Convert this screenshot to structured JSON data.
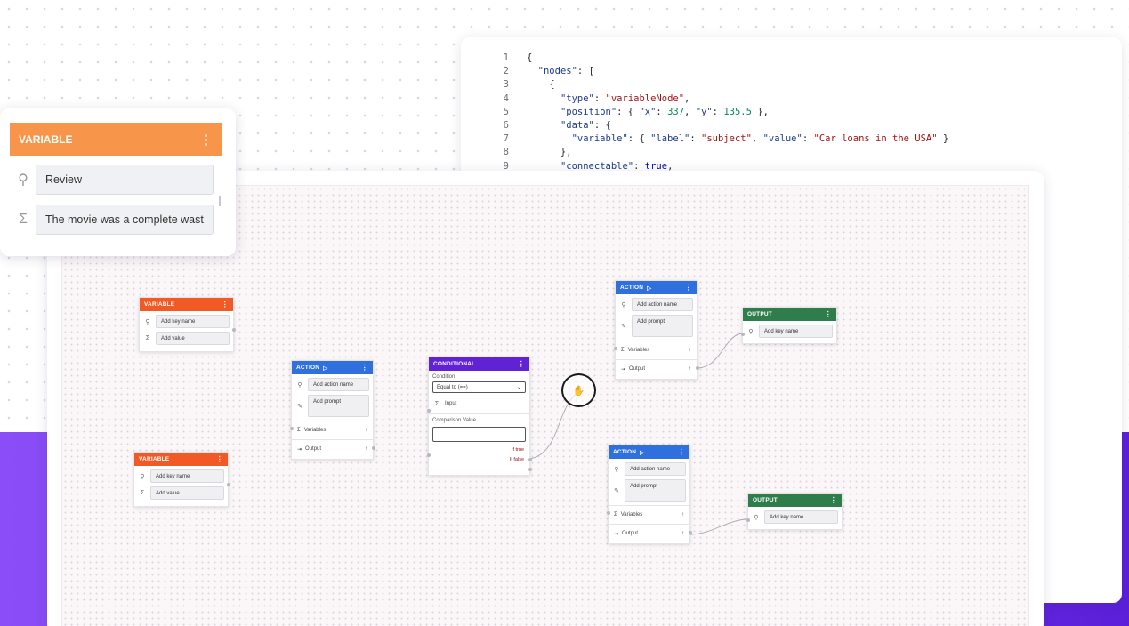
{
  "code_panel": {
    "lines": [
      {
        "n": "1",
        "html": "<span class=\"txt\">{</span>"
      },
      {
        "n": "2",
        "html": "<span class=\"txt\">  </span><span class=\"k\">\"nodes\"</span><span class=\"txt\">: [</span>"
      },
      {
        "n": "3",
        "html": "<span class=\"txt\">    {</span>"
      },
      {
        "n": "4",
        "html": "<span class=\"txt\">      </span><span class=\"k\">\"type\"</span><span class=\"txt\">: </span><span class=\"s\">\"variableNode\"</span><span class=\"txt\">,</span>"
      },
      {
        "n": "5",
        "html": "<span class=\"txt\">      </span><span class=\"k\">\"position\"</span><span class=\"txt\">: { </span><span class=\"k\">\"x\"</span><span class=\"txt\">: </span><span class=\"n\">337</span><span class=\"txt\">, </span><span class=\"k\">\"y\"</span><span class=\"txt\">: </span><span class=\"n\">135.5</span><span class=\"txt\"> },</span>"
      },
      {
        "n": "6",
        "html": "<span class=\"txt\">      </span><span class=\"k\">\"data\"</span><span class=\"txt\">: {</span>"
      },
      {
        "n": "7",
        "html": "<span class=\"txt\">        </span><span class=\"k\">\"variable\"</span><span class=\"txt\">: { </span><span class=\"k\">\"label\"</span><span class=\"txt\">: </span><span class=\"s\">\"subject\"</span><span class=\"txt\">, </span><span class=\"k\">\"value\"</span><span class=\"txt\">: </span><span class=\"s\">\"Car loans in the USA\"</span><span class=\"txt\"> }</span>"
      },
      {
        "n": "8",
        "html": "<span class=\"txt\">      },</span>"
      },
      {
        "n": "9",
        "html": "<span class=\"txt\">      </span><span class=\"k\">\"connectable\"</span><span class=\"txt\">: </span><span class=\"b\">true</span><span class=\"txt\">,</span>"
      }
    ]
  },
  "variable_card": {
    "header": "VARIABLE",
    "menu": "⋮",
    "key_value": "Review",
    "value_value": "The movie was a complete wast"
  },
  "nodes": {
    "menu": "⋮",
    "play": "▷",
    "arrow_up": "↑",
    "variable_1": {
      "header": "VARIABLE",
      "key_placeholder": "Add key name",
      "value_placeholder": "Add value"
    },
    "variable_2": {
      "header": "VARIABLE",
      "key_placeholder": "Add key name",
      "value_placeholder": "Add value"
    },
    "action_1": {
      "header": "ACTION",
      "name_placeholder": "Add action name",
      "prompt_placeholder": "Add prompt",
      "variables": "Variables",
      "output": "Output"
    },
    "action_2": {
      "header": "ACTION",
      "name_placeholder": "Add action name",
      "prompt_placeholder": "Add prompt",
      "variables": "Variables",
      "output": "Output"
    },
    "action_3": {
      "header": "ACTION",
      "name_placeholder": "Add action name",
      "prompt_placeholder": "Add prompt",
      "variables": "Variables",
      "output": "Output"
    },
    "conditional": {
      "header": "CONDITIONAL",
      "condition_label": "Condition",
      "condition_selected": "Equal to (==)",
      "input_label": "Input",
      "comparison_label": "Comparison Value",
      "if_true": "If true",
      "if_false": "If false"
    },
    "output_1": {
      "header": "OUTPUT",
      "key_placeholder": "Add key name"
    },
    "output_2": {
      "header": "OUTPUT",
      "key_placeholder": "Add key name"
    }
  },
  "colors": {
    "variable": "#f15a24",
    "action": "#2f6fde",
    "conditional": "#6122d6",
    "output": "#2e7d4a",
    "variable_card_header": "#f7954a",
    "purple_band": "#7a3ef0"
  },
  "icons": {
    "key": "key-icon",
    "sum": "sigma-icon",
    "pencil": "pencil-icon",
    "output": "output-arrow-icon",
    "grab": "hand-grab-icon"
  }
}
